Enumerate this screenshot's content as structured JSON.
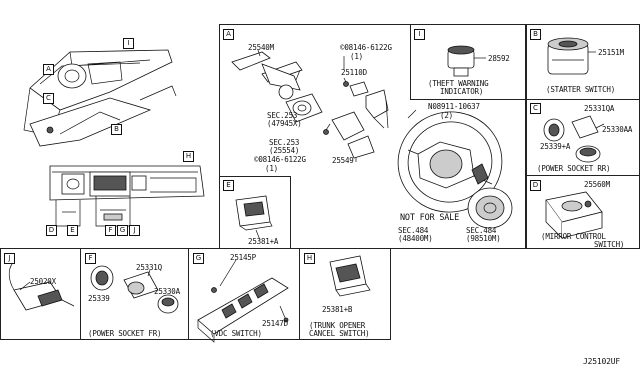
{
  "panel_tags": {
    "a": "A",
    "b": "B",
    "c": "C",
    "d": "D",
    "e": "E",
    "f": "F",
    "g": "G",
    "h": "H",
    "i": "I",
    "j": "J"
  },
  "overview": {
    "tags": {
      "i": "I",
      "a": "A",
      "c": "C",
      "b": "B",
      "h": "H",
      "d": "D",
      "e": "E",
      "f": "F",
      "g": "G",
      "j": "J"
    }
  },
  "panel_a": {
    "part_25540m": "25540M",
    "bolt_08146_6122g_top": "©08146-6122G",
    "bolt_qty_top": "(1)",
    "part_25110d": "25110D",
    "nut_08911_10637": "N08911-10637",
    "nut_qty": "(2)",
    "sec253_47945x": "SEC.253",
    "sec253_47945x_code": "(47945X)",
    "sec253_25554": "SEC.253",
    "sec253_25554_code": "(25554)",
    "bolt_08146_6122g_bottom": "©08146-6122G",
    "bolt_qty_bottom": "(1)",
    "part_25549": "25549",
    "not_for_sale": "NOT FOR SALE",
    "sec484_48400m": "SEC.484",
    "sec484_48400m_code": "(48400M)",
    "sec484_98510m": "SEC.484",
    "sec484_98510m_code": "(98510M)"
  },
  "panel_i": {
    "part": "28592",
    "caption_line1": "(THEFT WARNING",
    "caption_line2": "INDICATOR)"
  },
  "panel_b": {
    "part": "25151M",
    "caption": "(STARTER SWITCH)"
  },
  "panel_c": {
    "part_a": "25331QA",
    "part_b": "25330AA",
    "part_c": "25339+A",
    "caption": "(POWER SOCKET RR)"
  },
  "panel_d": {
    "part": "25560M",
    "caption_line1": "(MIRROR CONTROL",
    "caption_line2": "SWITCH)"
  },
  "panel_e": {
    "part": "25381+A"
  },
  "panel_j": {
    "part": "25020X"
  },
  "panel_f": {
    "part_a": "25331Q",
    "part_b": "25330A",
    "part_c": "25339",
    "caption": "(POWER SOCKET FR)"
  },
  "panel_g": {
    "part_a": "25145P",
    "part_b": "25147D",
    "caption": "(VDC SWITCH)"
  },
  "panel_h": {
    "part": "25381+B",
    "caption_line1": "(TRUNK OPENER",
    "caption_line2": "CANCEL SWITCH)"
  },
  "diagram_code": "J25102UF"
}
